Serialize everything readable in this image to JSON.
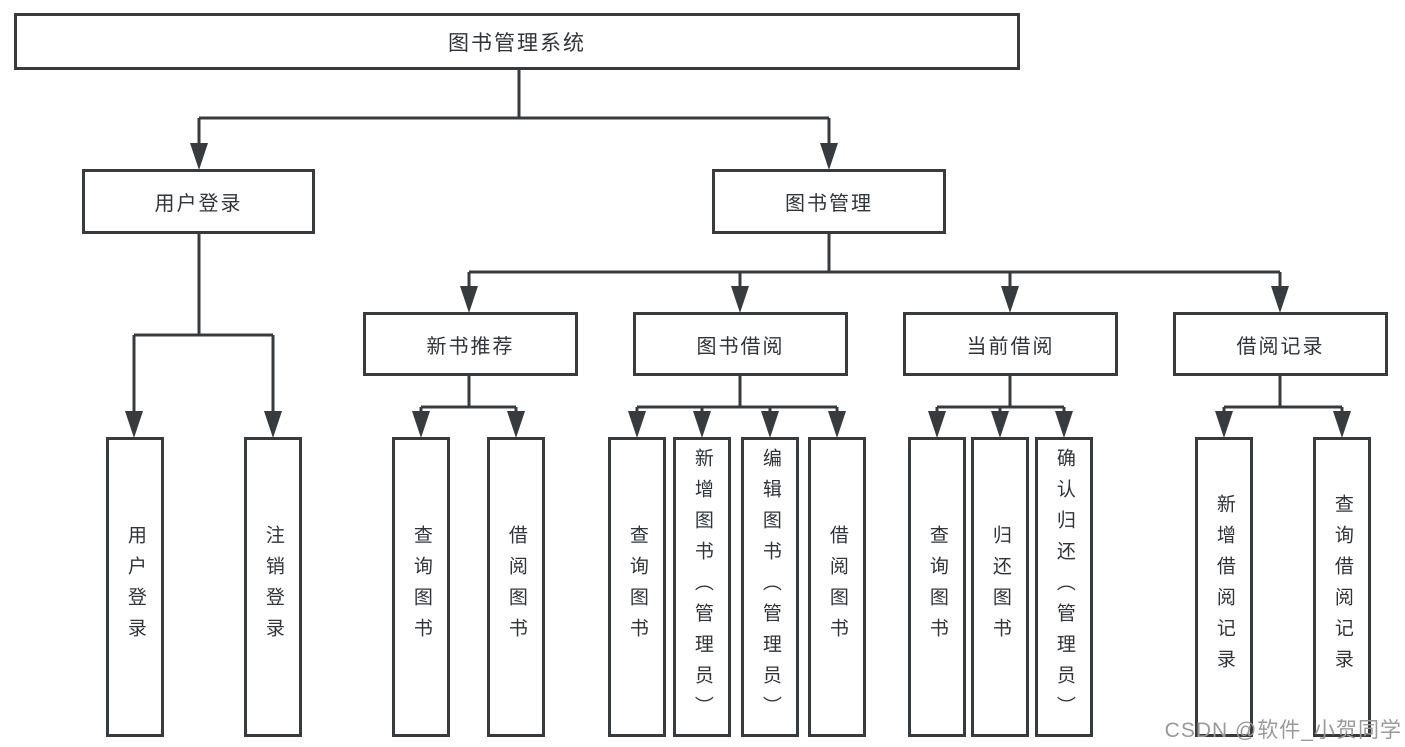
{
  "nodes": {
    "root": "图书管理系统",
    "user_login": "用户登录",
    "book_mgmt": "图书管理",
    "new_books": "新书推荐",
    "book_borrow": "图书借阅",
    "current_borrow": "当前借阅",
    "borrow_records": "借阅记录",
    "leaf_user_login": "用户登录",
    "leaf_logout": "注销登录",
    "nb_query": "查询图书",
    "nb_borrow": "借阅图书",
    "bb_query": "查询图书",
    "bb_add": "新增图书（管理员）",
    "bb_edit": "编辑图书（管理员）",
    "bb_borrow": "借阅图书",
    "cb_query": "查询图书",
    "cb_return": "归还图书",
    "cb_confirm": "确认归还（管理员）",
    "br_add": "新增借阅记录",
    "br_query": "查询借阅记录"
  },
  "watermark": "CSDN @软件_小贺同学",
  "colors": {
    "line": "#383b3e",
    "box_border": "#383b3e",
    "text": "#303438",
    "watermark": "#9a9a9a",
    "background": "#ffffff"
  }
}
